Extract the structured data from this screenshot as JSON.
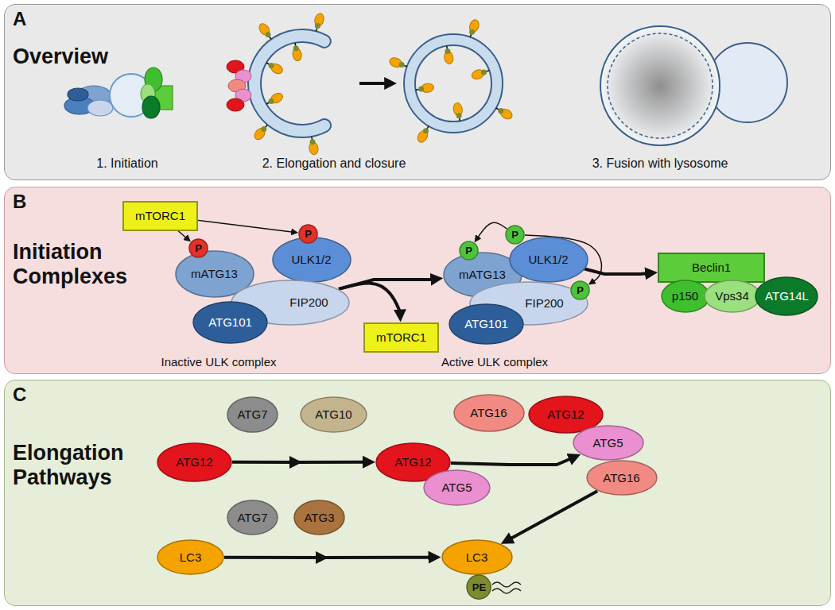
{
  "diagram": {
    "nodes": [
      {
        "text": [
          "A",
          "Overview"
        ]
      },
      {
        "text": [
          "B",
          "Initiation Complexes"
        ]
      },
      {
        "text": [
          "mTORC1"
        ],
        "in": 1
      },
      {
        "text": [
          "mATG13"
        ],
        "in": 1
      },
      {
        "text": [
          "ULK1/2"
        ],
        "in": 1
      },
      {
        "text": [
          "FIP200"
        ],
        "in": 1
      },
      {
        "text": [
          "ATG101"
        ],
        "in": 1
      },
      {
        "text": [
          "P"
        ],
        "in": 1
      },
      {
        "text": [
          "P"
        ],
        "in": 1
      },
      {
        "text": [
          "mTORC1"
        ],
        "in": 1
      },
      {
        "text": [
          "mATG13"
        ],
        "in": 1
      },
      {
        "text": [
          "ULK1/2"
        ],
        "in": 1
      },
      {
        "text": [
          "FIP200"
        ],
        "in": 1
      },
      {
        "text": [
          "ATG101"
        ],
        "in": 1
      },
      {
        "text": [
          "P"
        ],
        "in": 1
      },
      {
        "text": [
          "P"
        ],
        "in": 1
      },
      {
        "text": [
          "P"
        ],
        "in": 1
      },
      {
        "text": [
          "Beclin1"
        ],
        "in": 1
      },
      {
        "text": [
          "p150"
        ],
        "in": 1
      },
      {
        "text": [
          "Vps34"
        ],
        "in": 1
      },
      {
        "text": [
          "ATG14L"
        ],
        "in": 1
      },
      {
        "text": [
          "C",
          "Elongation Pathways"
        ]
      },
      {
        "text": [
          "ATG12"
        ],
        "in": 21
      },
      {
        "text": [
          "ATG7"
        ],
        "in": 21
      },
      {
        "text": [
          "ATG10"
        ],
        "in": 21
      },
      {
        "text": [
          "ATG12"
        ],
        "in": 21
      },
      {
        "text": [
          "ATG5"
        ],
        "in": 21
      },
      {
        "text": [
          "ATG16"
        ],
        "in": 21
      },
      {
        "text": [
          "ATG12"
        ],
        "in": 21
      },
      {
        "text": [
          "ATG5"
        ],
        "in": 21
      },
      {
        "text": [
          "ATG16"
        ],
        "in": 21
      },
      {
        "text": [
          "LC3"
        ],
        "in": 21
      },
      {
        "text": [
          "ATG7"
        ],
        "in": 21
      },
      {
        "text": [
          "ATG3"
        ],
        "in": 21
      },
      {
        "text": [
          "LC3"
        ],
        "in": 21
      },
      {
        "text": [
          "PE"
        ],
        "in": 21
      }
    ],
    "edges": [
      {
        "from": 2,
        "to": 7,
        "arrow": "to"
      },
      {
        "from": 2,
        "to": 8,
        "arrow": "to"
      },
      {
        "from": 5,
        "to": 10,
        "arrow": "to"
      },
      {
        "from": 5,
        "to": 9,
        "arrow": "to"
      },
      {
        "from": 15,
        "to": 14,
        "arrow": "to"
      },
      {
        "from": 15,
        "to": 16,
        "arrow": "to"
      },
      {
        "from": 11,
        "to": 17,
        "arrow": "to"
      },
      {
        "from": 22,
        "to": 25,
        "arrow": "to"
      },
      {
        "from": 25,
        "to": 29,
        "arrow": "to"
      },
      {
        "from": 30,
        "to": 34,
        "arrow": "to"
      },
      {
        "from": 31,
        "to": 34,
        "arrow": "to"
      }
    ],
    "labels": [
      "1. Initiation",
      "2. Elongation and closure",
      "3. Fusion with lysosome",
      "Inactive ULK complex",
      "Active ULK complex"
    ]
  }
}
